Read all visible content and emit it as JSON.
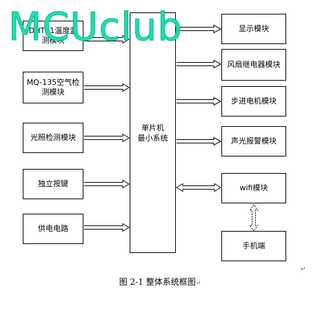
{
  "watermark": "MCUclub",
  "inputs": [
    {
      "label": "DHT11温度监测模块"
    },
    {
      "label": "MQ-135空气检测模块"
    },
    {
      "label": "光照检测模块"
    },
    {
      "label": "独立按键"
    },
    {
      "label": "供电电路"
    }
  ],
  "mcu": {
    "line1": "单片机",
    "line2": "最小系统"
  },
  "outputs": [
    {
      "label": "显示模块"
    },
    {
      "label": "风扇继电器模块"
    },
    {
      "label": "步进电机模块"
    },
    {
      "label": "声光报警模块"
    },
    {
      "label": "wifi模块"
    }
  ],
  "phone": {
    "label": "手机端"
  },
  "caption": "图 2-1 整体系统框图",
  "paragraph_mark": "↵"
}
